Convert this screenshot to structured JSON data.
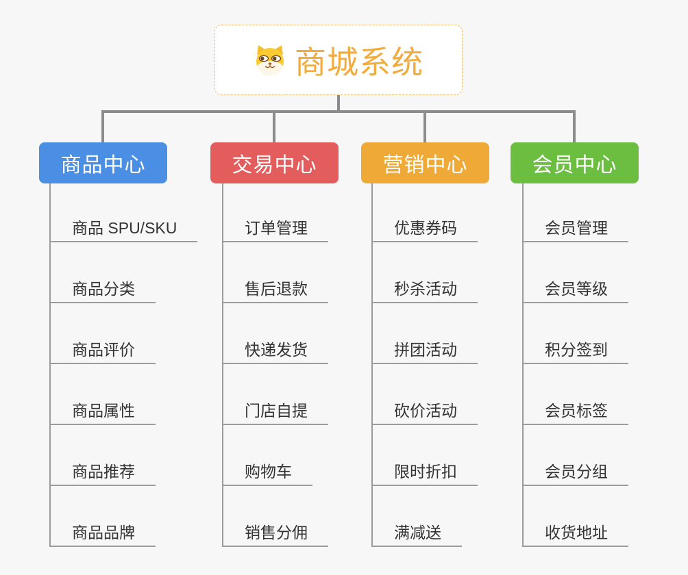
{
  "page": {
    "background_color": "#F7F7F7",
    "connector_color": "#8C8C8C",
    "leaf_line_color": "#9B9B9B",
    "leaf_text_color": "#333333"
  },
  "root": {
    "title": "商城系统",
    "icon": "shiba-dog-face-icon",
    "title_color": "#F2AB3F",
    "border_color": "#F2B860",
    "background": "#FFFFFF"
  },
  "branches": [
    {
      "label": "商品中心",
      "color": "#4A8FE3",
      "children": [
        "商品 SPU/SKU",
        "商品分类",
        "商品评价",
        "商品属性",
        "商品推荐",
        "商品品牌"
      ]
    },
    {
      "label": "交易中心",
      "color": "#E45D5D",
      "children": [
        "订单管理",
        "售后退款",
        "快递发货",
        "门店自提",
        "购物车",
        "销售分佣"
      ]
    },
    {
      "label": "营销中心",
      "color": "#EFA937",
      "children": [
        "优惠券码",
        "秒杀活动",
        "拼团活动",
        "砍价活动",
        "限时折扣",
        "满减送"
      ]
    },
    {
      "label": "会员中心",
      "color": "#6CBE41",
      "children": [
        "会员管理",
        "会员等级",
        "积分签到",
        "会员标签",
        "会员分组",
        "收货地址"
      ]
    }
  ]
}
